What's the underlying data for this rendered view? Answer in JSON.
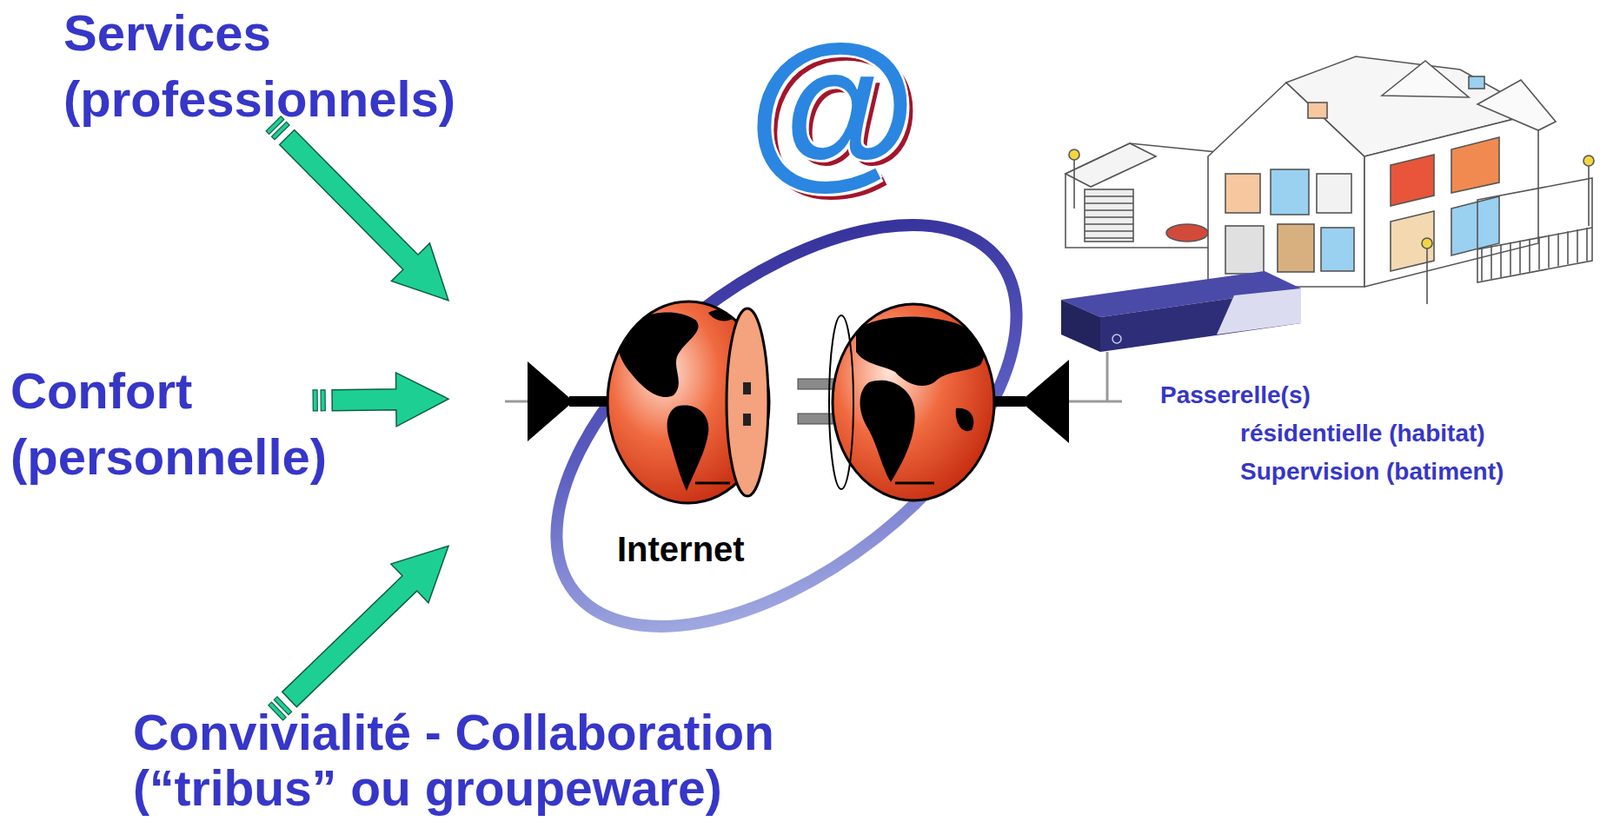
{
  "diagram": {
    "nodes": [
      {
        "text": [
          "Services (professionnels)"
        ]
      },
      {
        "text": [
          "Confort (personnelle)"
        ]
      },
      {
        "text": [
          "Internet"
        ]
      },
      {
        "text": [
          "Passerelle(s)",
          "résidentielle (habitat)",
          "Supervision (batiment)"
        ]
      },
      {
        "text": [
          "Convivialité - Collaboration (“tribus” ou groupeware)"
        ]
      }
    ],
    "edges": [
      {
        "from": 0,
        "to": 2,
        "arrow": "to"
      },
      {
        "from": 1,
        "to": 2,
        "arrow": "to"
      },
      {
        "from": 4,
        "to": 2,
        "arrow": "to"
      }
    ],
    "labels": [
      "@"
    ]
  }
}
